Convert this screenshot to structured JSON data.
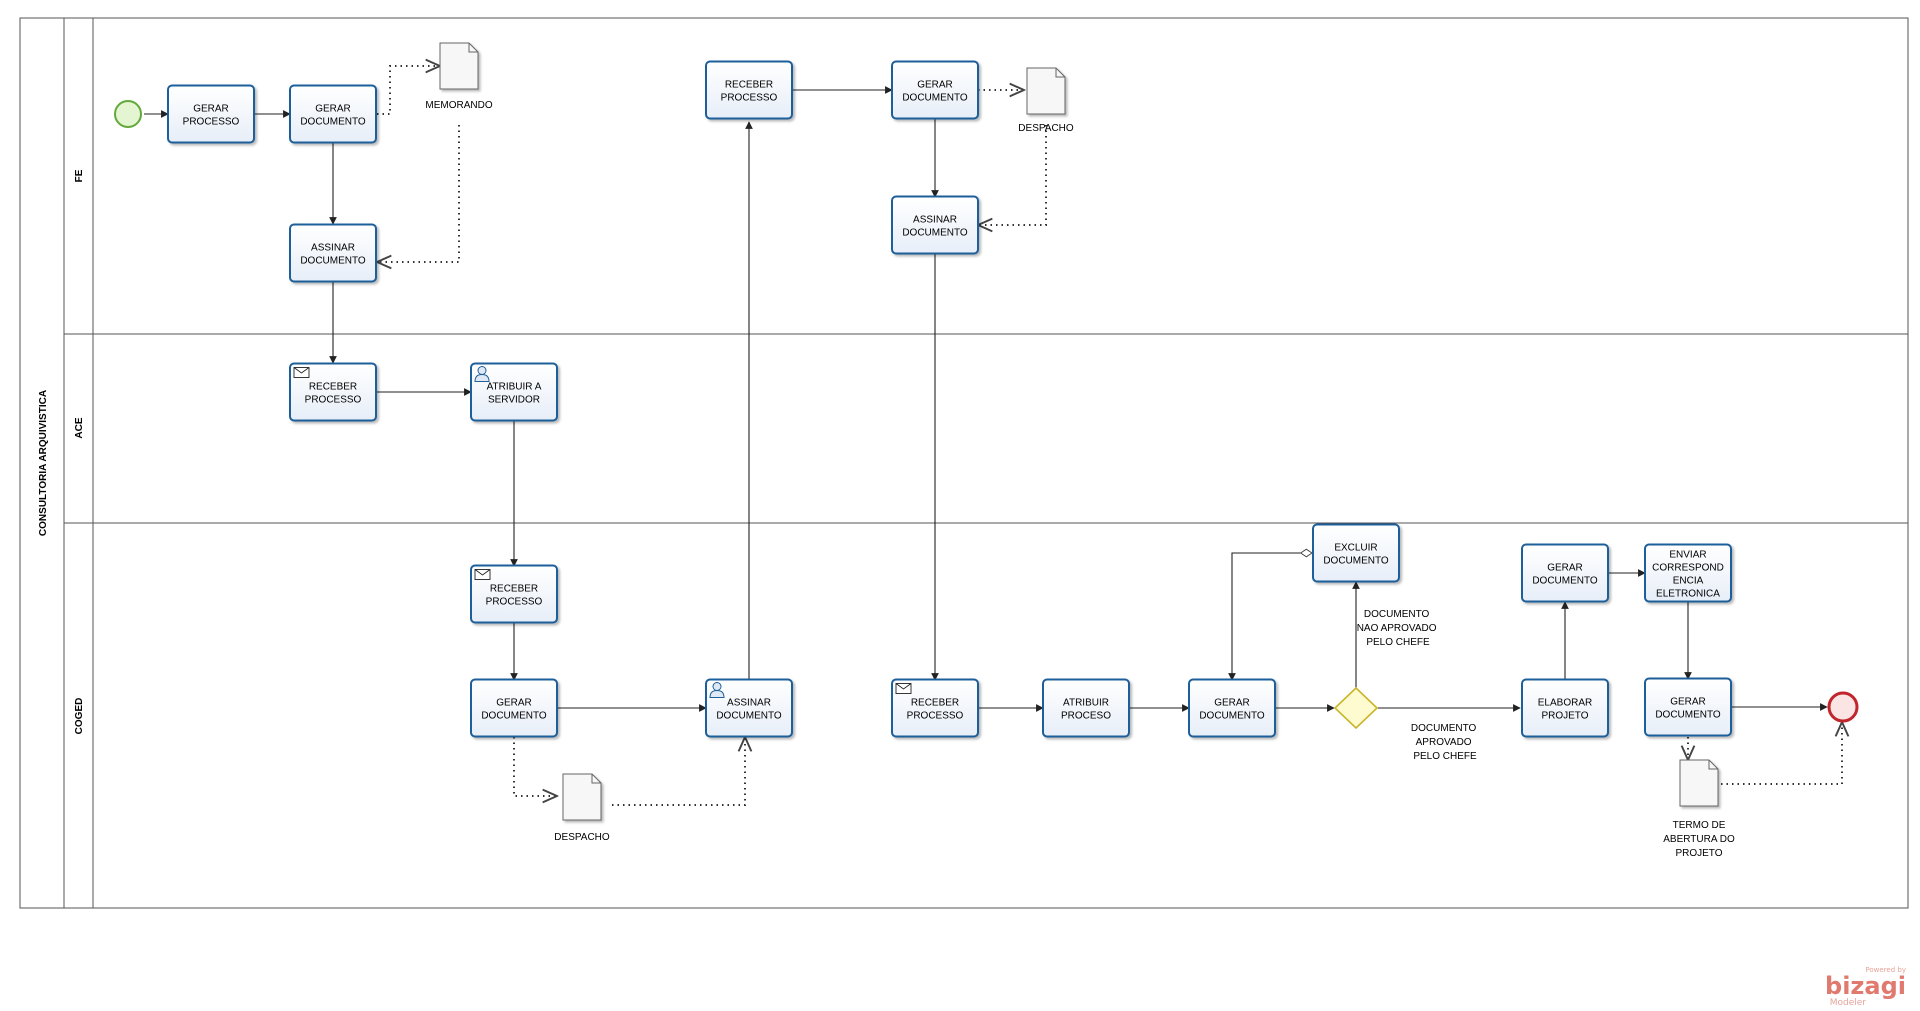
{
  "pool": {
    "name": "CONSULTORIA ARQUIVISTICA"
  },
  "lanes": {
    "fe": "FE",
    "ace": "ACE",
    "coged": "COGED"
  },
  "tasks": {
    "fe_gerar_processo": [
      "GERAR",
      "PROCESSO"
    ],
    "fe_gerar_documento": [
      "GERAR",
      "DOCUMENTO"
    ],
    "fe_assinar_documento": [
      "ASSINAR",
      "DOCUMENTO"
    ],
    "fe_receber_processo": [
      "RECEBER",
      "PROCESSO"
    ],
    "fe_gerar_documento_2": [
      "GERAR",
      "DOCUMENTO"
    ],
    "fe_assinar_documento_2": [
      "ASSINAR",
      "DOCUMENTO"
    ],
    "ace_receber_processo": [
      "RECEBER",
      "PROCESSO"
    ],
    "ace_atribuir_servidor": [
      "ATRIBUIR A",
      "SERVIDOR"
    ],
    "coged_receber_processo": [
      "RECEBER",
      "PROCESSO"
    ],
    "coged_gerar_documento": [
      "GERAR",
      "DOCUMENTO"
    ],
    "coged_assinar_documento": [
      "ASSINAR",
      "DOCUMENTO"
    ],
    "coged_receber_processo_2": [
      "RECEBER",
      "PROCESSO"
    ],
    "coged_atribuir_proceso": [
      "ATRIBUIR",
      "PROCESO"
    ],
    "coged_gerar_documento_2": [
      "GERAR",
      "DOCUMENTO"
    ],
    "coged_excluir_documento": [
      "EXCLUIR",
      "DOCUMENTO"
    ],
    "coged_elaborar_projeto": [
      "ELABORAR",
      "PROJETO"
    ],
    "coged_gerar_documento_3": [
      "GERAR",
      "DOCUMENTO"
    ],
    "coged_enviar_correspondencia": [
      "ENVIAR",
      "CORRESPOND",
      "ENCIA",
      "ELETRONICA"
    ],
    "coged_gerar_documento_4": [
      "GERAR",
      "DOCUMENTO"
    ]
  },
  "artifacts": {
    "memorando": [
      "MEMORANDO"
    ],
    "despacho_fe": [
      "DESPACHO"
    ],
    "despacho_coged": [
      "DESPACHO"
    ],
    "termo_abertura": [
      "TERMO DE",
      "ABERTURA DO",
      "PROJETO"
    ]
  },
  "flow_labels": {
    "nao_aprovado": [
      "DOCUMENTO",
      "NAO APROVADO",
      "PELO CHEFE"
    ],
    "aprovado": [
      "DOCUMENTO",
      "APROVADO",
      "PELO CHEFE"
    ]
  },
  "branding": {
    "powered_by": "Powered by",
    "name": "bizagi",
    "product": "Modeler"
  },
  "colors": {
    "task_stroke": "#1f5f9a",
    "task_fill": "#f4f8fd",
    "start_stroke": "#62a93a",
    "start_fill": "#e4f5d2",
    "end_stroke": "#c0262c",
    "end_fill": "#fbe4e4",
    "gateway_stroke": "#c9b52a",
    "gateway_fill": "#fffbd0",
    "brand": "#e07a6f"
  }
}
